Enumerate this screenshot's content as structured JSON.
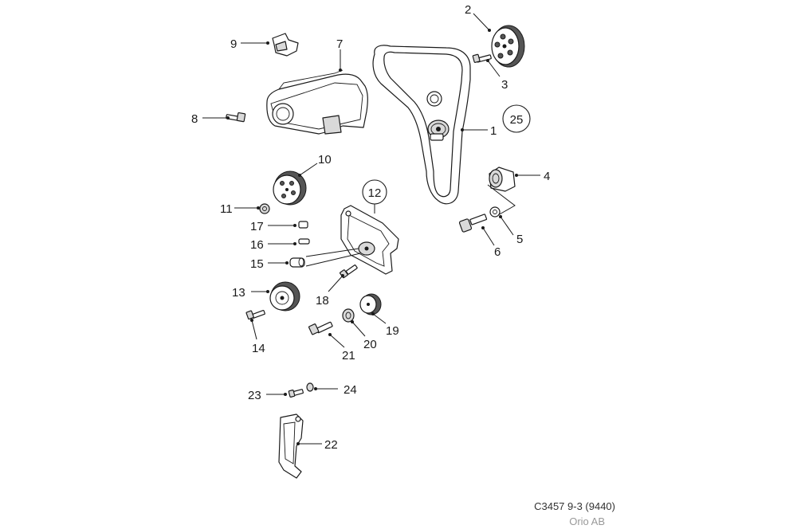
{
  "callouts": {
    "c1": "1",
    "c2": "2",
    "c3": "3",
    "c4": "4",
    "c5": "5",
    "c6": "6",
    "c7": "7",
    "c8": "8",
    "c9": "9",
    "c10": "10",
    "c11": "11",
    "c12": "12",
    "c13": "13",
    "c14": "14",
    "c15": "15",
    "c16": "16",
    "c17": "17",
    "c18": "18",
    "c19": "19",
    "c20": "20",
    "c21": "21",
    "c22": "22",
    "c23": "23",
    "c24": "24",
    "c25": "25"
  },
  "footer": {
    "diagram_code": "C3457 9-3 (9440)",
    "copyright": "Orio AB"
  },
  "colors": {
    "line": "#1a1a1a",
    "footer_text": "#333333",
    "copyright_text": "#999999"
  }
}
